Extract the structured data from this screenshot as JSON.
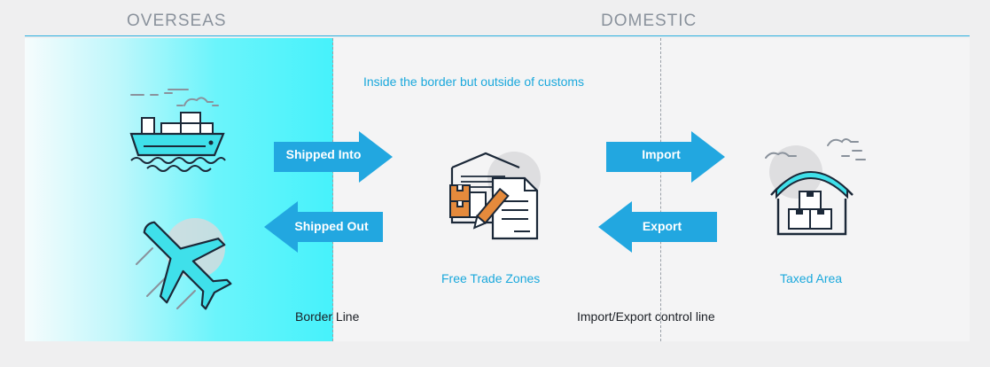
{
  "header": {
    "left_label": "OVERSEAS",
    "right_label": "DOMESTIC"
  },
  "note": "Inside the border but outside of customs",
  "arrows": {
    "shipped_into": "Shipped Into",
    "shipped_out": "Shipped Out",
    "import": "Import",
    "export": "Export"
  },
  "nodes": {
    "free_trade_zones": "Free Trade Zones",
    "taxed_area": "Taxed Area"
  },
  "lines": {
    "border_line": "Border Line",
    "control_line": "Import/Export control line"
  },
  "colors": {
    "accent": "#1aa8dc",
    "arrow": "#22a7e0",
    "overseas_panel": "#46f2fb",
    "icon_outline": "#1b2838",
    "icon_fill": "#3fe0ea",
    "box_orange": "#e58a3c"
  },
  "icons": [
    "cloud-icon",
    "cargo-ship-icon",
    "airplane-icon",
    "warehouse-icon",
    "document-icon",
    "pencil-icon",
    "boxes-icon"
  ]
}
